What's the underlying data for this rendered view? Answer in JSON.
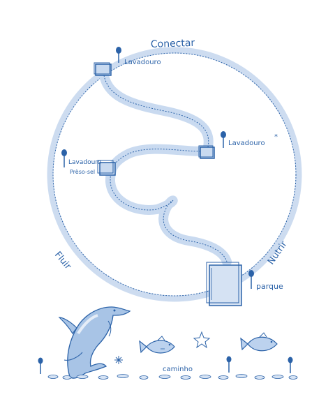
{
  "ring_labels": {
    "top": "Conectar",
    "left": "Fluir",
    "right": "Nutrir"
  },
  "places": {
    "lavadouro_top": "Lavadouro",
    "lavadouro_right": "Lavadouro",
    "lavadouro_left_line1": "Lavadouro",
    "lavadouro_left_line2": "Prèso-sel",
    "parque": "parque"
  },
  "bottom": {
    "caminho": "caminho"
  },
  "colors": {
    "ink": "#2b62a8",
    "wash": "#c9daf0",
    "wash_dark": "#9fbde3"
  }
}
